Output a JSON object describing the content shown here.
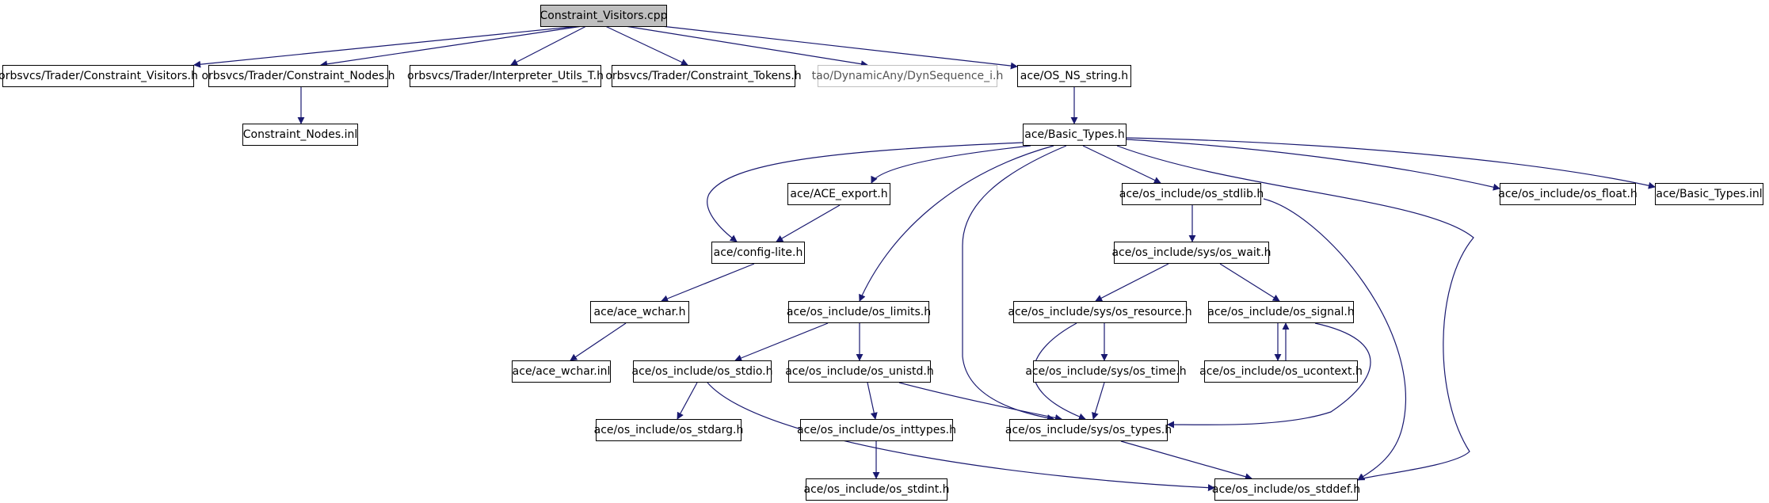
{
  "graph": {
    "colors": {
      "edge": "#191970",
      "root_fill": "#bfbfbf",
      "border": "#000000",
      "missing_border": "#bfbfbf"
    },
    "nodes": [
      {
        "id": "n0",
        "label": "Constraint_Visitors.cpp",
        "style": "root"
      },
      {
        "id": "n1",
        "label": "orbsvcs/Trader/Constraint_Visitors.h"
      },
      {
        "id": "n2",
        "label": "orbsvcs/Trader/Constraint_Nodes.h"
      },
      {
        "id": "n3",
        "label": "orbsvcs/Trader/Interpreter_Utils_T.h"
      },
      {
        "id": "n4",
        "label": "orbsvcs/Trader/Constraint_Tokens.h"
      },
      {
        "id": "n5",
        "label": "tao/DynamicAny/DynSequence_i.h",
        "style": "grey"
      },
      {
        "id": "n6",
        "label": "ace/OS_NS_string.h"
      },
      {
        "id": "n7",
        "label": "Constraint_Nodes.inl"
      },
      {
        "id": "n8",
        "label": "ace/Basic_Types.h"
      },
      {
        "id": "n9",
        "label": "ace/ACE_export.h"
      },
      {
        "id": "n10",
        "label": "ace/os_include/os_stdlib.h"
      },
      {
        "id": "n11",
        "label": "ace/os_include/os_float.h"
      },
      {
        "id": "n12",
        "label": "ace/Basic_Types.inl"
      },
      {
        "id": "n13",
        "label": "ace/config-lite.h"
      },
      {
        "id": "n14",
        "label": "ace/os_include/sys/os_wait.h"
      },
      {
        "id": "n15",
        "label": "ace/ace_wchar.h"
      },
      {
        "id": "n16",
        "label": "ace/os_include/os_limits.h"
      },
      {
        "id": "n17",
        "label": "ace/os_include/sys/os_resource.h"
      },
      {
        "id": "n18",
        "label": "ace/os_include/os_signal.h"
      },
      {
        "id": "n19",
        "label": "ace/ace_wchar.inl"
      },
      {
        "id": "n20",
        "label": "ace/os_include/os_stdio.h"
      },
      {
        "id": "n21",
        "label": "ace/os_include/os_unistd.h"
      },
      {
        "id": "n22",
        "label": "ace/os_include/sys/os_time.h"
      },
      {
        "id": "n23",
        "label": "ace/os_include/os_ucontext.h"
      },
      {
        "id": "n24",
        "label": "ace/os_include/os_stdarg.h"
      },
      {
        "id": "n25",
        "label": "ace/os_include/os_inttypes.h"
      },
      {
        "id": "n26",
        "label": "ace/os_include/sys/os_types.h"
      },
      {
        "id": "n27",
        "label": "ace/os_include/os_stdint.h"
      },
      {
        "id": "n28",
        "label": "ace/os_include/os_stddef.h"
      }
    ]
  }
}
